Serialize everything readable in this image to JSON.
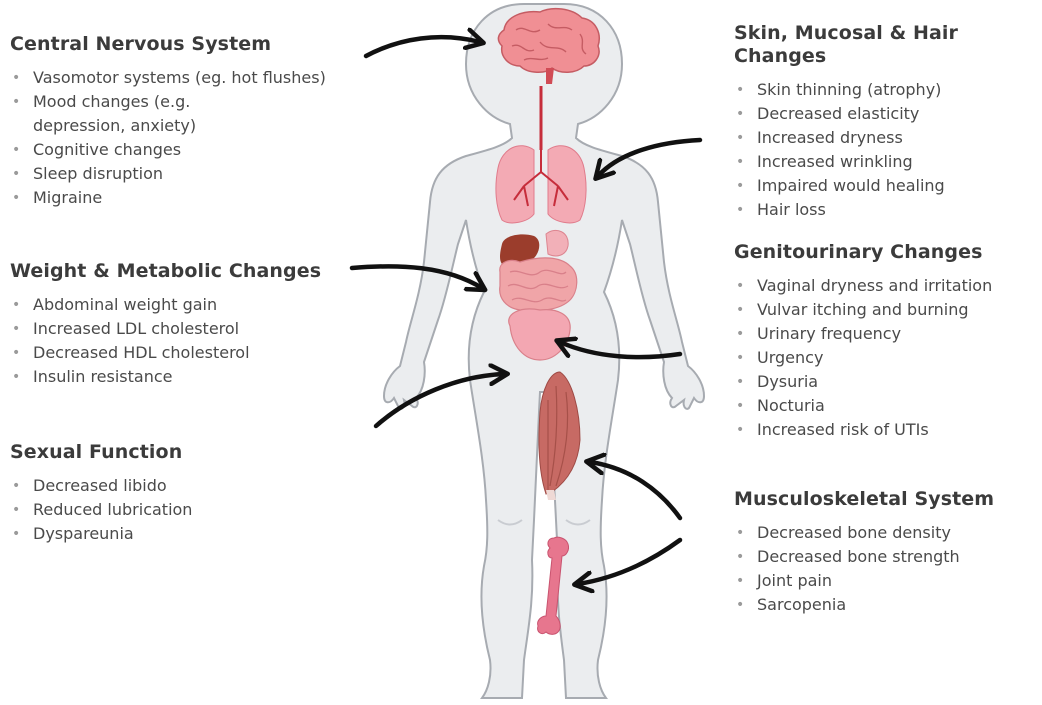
{
  "sections": {
    "cns": {
      "title": "Central Nervous System",
      "items": [
        "Vasomotor systems (eg. hot flushes)",
        "Mood changes (e.g.",
        "depression, anxiety)",
        "Cognitive changes",
        "Sleep disruption",
        "Migraine"
      ]
    },
    "weight": {
      "title": "Weight & Metabolic Changes",
      "items": [
        "Abdominal weight gain",
        "Increased LDL cholesterol",
        "Decreased HDL cholesterol",
        "Insulin resistance"
      ]
    },
    "sexual": {
      "title": "Sexual Function",
      "items": [
        "Decreased libido",
        "Reduced lubrication",
        "Dyspareunia"
      ]
    },
    "skin": {
      "title": "Skin, Mucosal & Hair Changes",
      "items": [
        "Skin thinning (atrophy)",
        "Decreased elasticity",
        "Increased dryness",
        "Increased wrinkling",
        "Impaired would healing",
        "Hair loss"
      ]
    },
    "genito": {
      "title": "Genitourinary Changes",
      "items": [
        "Vaginal dryness and irritation",
        "Vulvar itching and burning",
        "Urinary frequency",
        "Urgency",
        "Dysuria",
        "Nocturia",
        "Increased risk of UTIs"
      ]
    },
    "musculo": {
      "title": "Musculoskeletal System",
      "items": [
        "Decreased bone density",
        "Decreased bone strength",
        "Joint pain",
        "Sarcopenia"
      ]
    }
  },
  "bullet_glyph": "•",
  "colors": {
    "body_fill": "#ebedef",
    "body_outline": "#a7abb1",
    "brain": "#f08f94",
    "lungs": "#f3aab4",
    "liver": "#9b3d2c",
    "intestine": "#f0a5a8",
    "bladder": "#f3a7b2",
    "muscle": "#c76a64",
    "bone": "#e7768e",
    "arrow": "#111111"
  }
}
